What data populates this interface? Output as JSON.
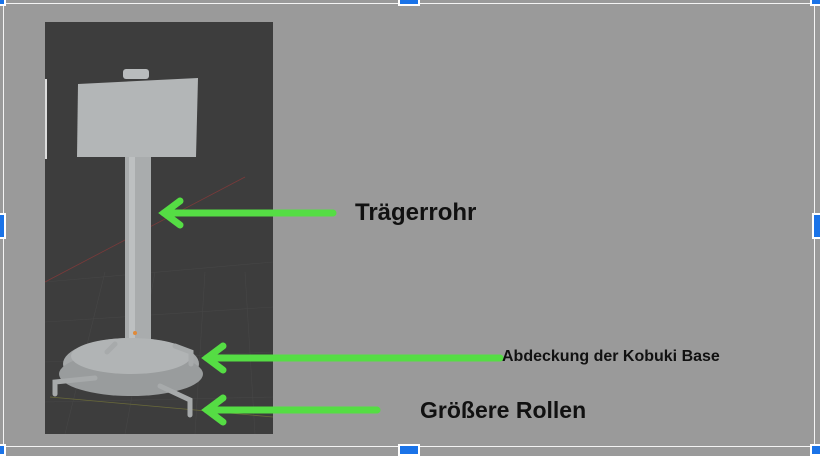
{
  "labels": {
    "tube": "Trägerrohr",
    "cover": "Abdeckung der Kobuki Base",
    "wheels": "Größere Rollen"
  },
  "colors": {
    "arrow": "#55dd44",
    "handle": "#1a73e8",
    "background": "#9a9a9a"
  }
}
